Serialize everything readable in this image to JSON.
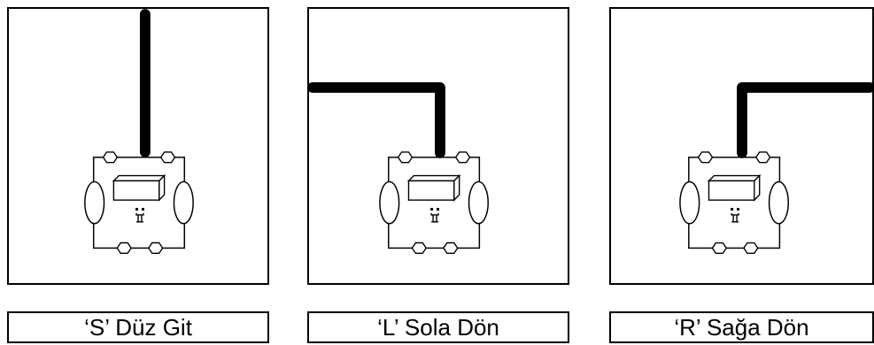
{
  "panels": [
    {
      "id": "straight",
      "command": "S",
      "caption": "‘S’ Düz Git"
    },
    {
      "id": "left",
      "command": "L",
      "caption": "‘L’ Sola Dön"
    },
    {
      "id": "right",
      "command": "R",
      "caption": "‘R’ Sağa Dön"
    }
  ],
  "colors": {
    "line": "#000000",
    "border": "#000000",
    "background": "#ffffff"
  },
  "icons": [
    "robot-icon",
    "sensor-icon"
  ]
}
